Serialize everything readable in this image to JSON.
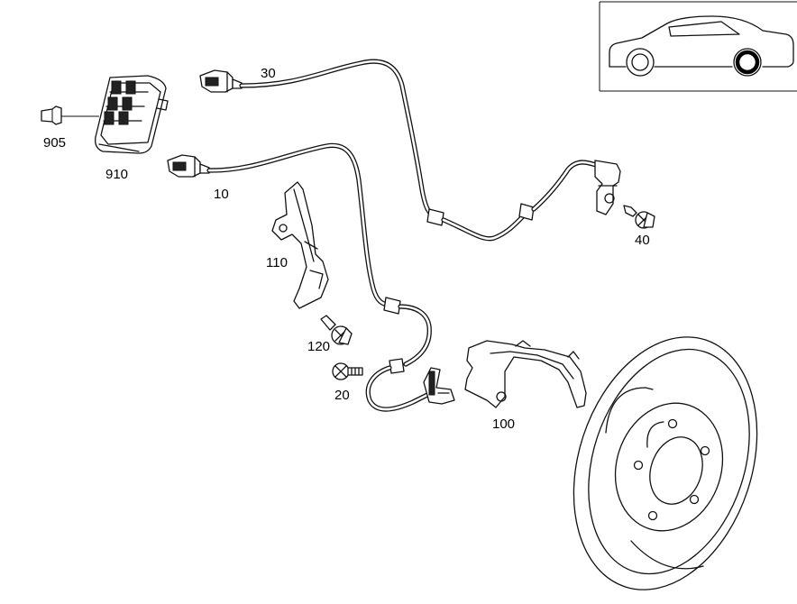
{
  "parts": {
    "p30": "30",
    "p10": "10",
    "p905": "905",
    "p910": "910",
    "p40": "40",
    "p110": "110",
    "p120": "120",
    "p20": "20",
    "p100": "100"
  }
}
